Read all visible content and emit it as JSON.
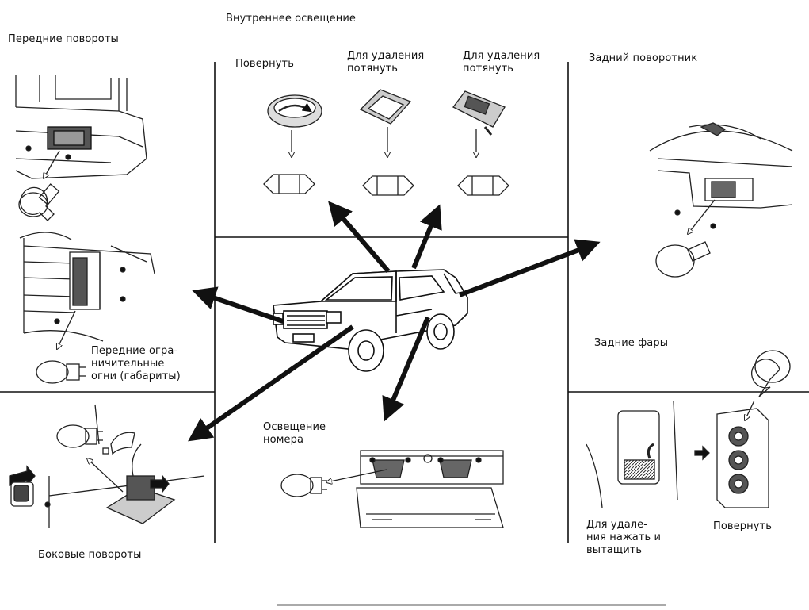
{
  "labels": {
    "interior": "Внутреннее освещение",
    "front_turn": "Передние повороты",
    "rotate_top": "Повернуть",
    "pull_1": [
      "Для удаления",
      "потянуть"
    ],
    "pull_2": [
      "Для удаления",
      "потянуть"
    ],
    "rear_turn": "Задний поворотник",
    "front_marker": [
      "Передние огра-",
      "ничительные",
      "огни (габариты)"
    ],
    "rear_lights": "Задние фары",
    "plate": [
      "Освещение",
      "номера"
    ],
    "side_turn": "Боковые повороты",
    "press_pull": [
      "Для удале-",
      "ния нажать и",
      "вытащить"
    ],
    "rotate_rear": "Повернуть"
  },
  "colors": {
    "ink": "#111111",
    "paper": "#ffffff",
    "shade": "#555555"
  }
}
